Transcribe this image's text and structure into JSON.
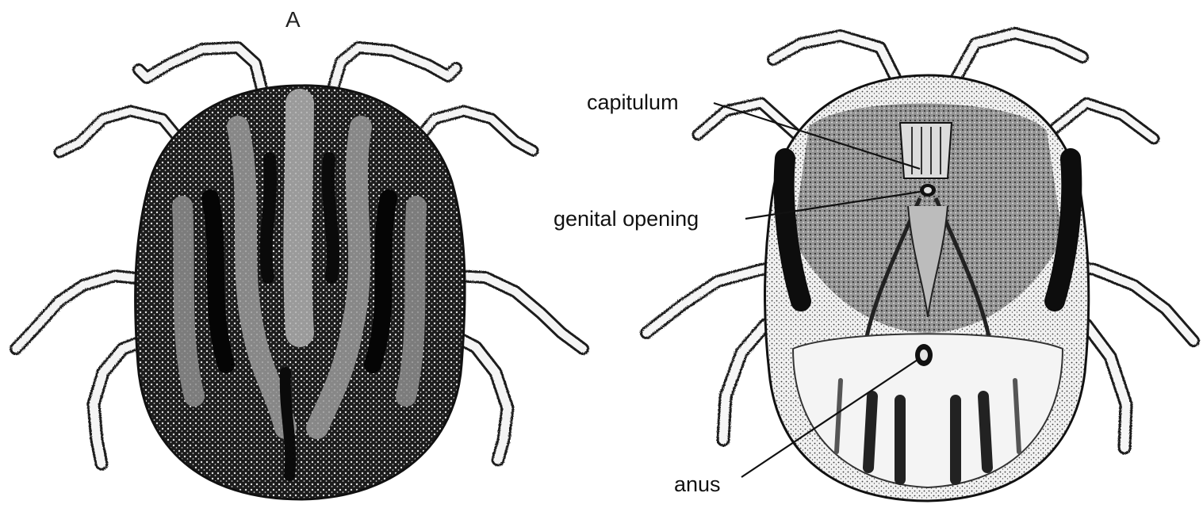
{
  "figure": {
    "panel_letter": "A",
    "labels": {
      "capitulum": "capitulum",
      "genital_opening": "genital opening",
      "anus": "anus"
    }
  }
}
